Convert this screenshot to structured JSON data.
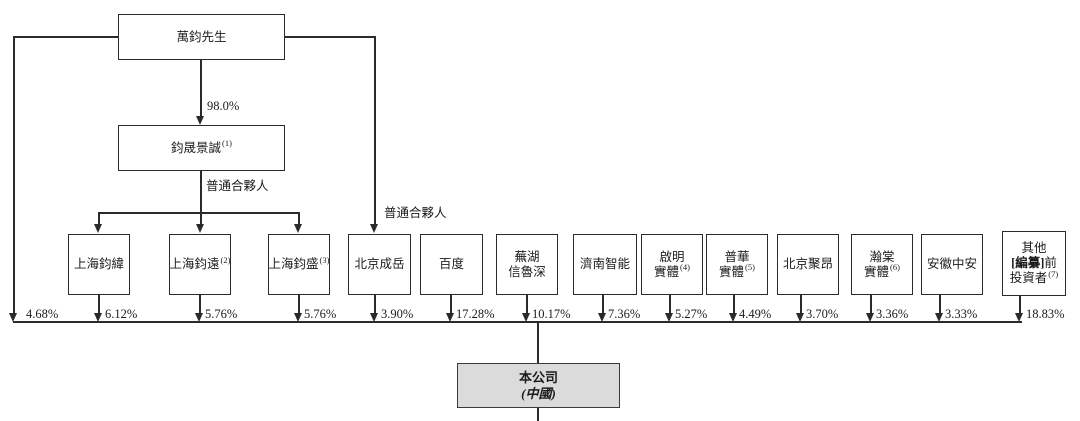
{
  "diagram": {
    "founder": {
      "name": "萬鈞先生"
    },
    "gp_vehicle": {
      "name": "鈞晟景誠",
      "sup": "(1)"
    },
    "labels": {
      "pct_to_gp_vehicle": "98.0%",
      "general_partner_1": "普通合夥人",
      "general_partner_2": "普通合夥人",
      "founder_direct_pct": "4.68%"
    },
    "entities": [
      {
        "line1": "上海鈞緯",
        "pct": "6.12%"
      },
      {
        "line1": "上海鈞遠",
        "sup": "(2)",
        "pct": "5.76%"
      },
      {
        "line1": "上海鈞盛",
        "sup": "(3)",
        "pct": "5.76%"
      },
      {
        "line1": "北京成岳",
        "pct": "3.90%"
      },
      {
        "line1": "百度",
        "pct": "17.28%"
      },
      {
        "line1": "蕪湖",
        "line2": "信魯深",
        "pct": "10.17%"
      },
      {
        "line1": "濟南智能",
        "pct": "7.36%"
      },
      {
        "line1": "啟明",
        "line2": "實體",
        "sup": "(4)",
        "pct": "5.27%"
      },
      {
        "line1": "普華",
        "line2": "實體",
        "sup": "(5)",
        "pct": "4.49%"
      },
      {
        "line1": "北京聚昂",
        "pct": "3.70%"
      },
      {
        "line1": "瀚棠",
        "line2": "實體",
        "sup": "(6)",
        "pct": "3.36%"
      },
      {
        "line1": "安徽中安",
        "pct": "3.33%"
      },
      {
        "line1": "其他",
        "line2_bold": "[編纂]",
        "line2_rest": "前",
        "line3": "投資者",
        "sup": "(7)",
        "pct": "18.83%"
      }
    ],
    "company": {
      "line1": "本公司",
      "line2": "(中國)"
    },
    "colors": {
      "line": "#2b2b2b",
      "company_fill": "#dbdbdb"
    }
  }
}
